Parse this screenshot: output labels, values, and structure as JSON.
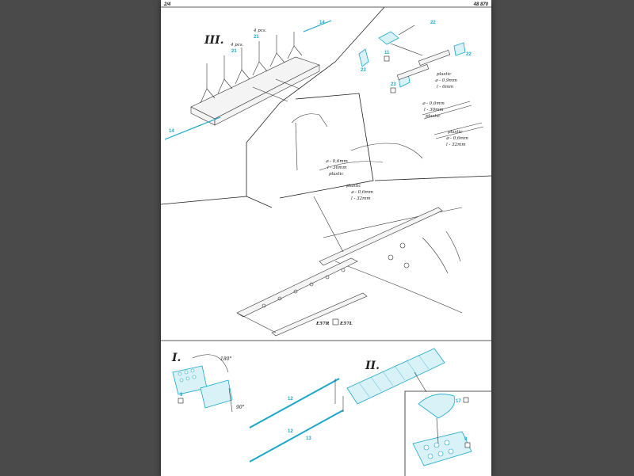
{
  "header": {
    "page_number": "2/4",
    "catalog_number": "48 870"
  },
  "steps": {
    "step_one": "I.",
    "step_two": "II.",
    "step_three": "III."
  },
  "parts": {
    "p9a": "9",
    "p9b": "9",
    "p11": "11",
    "p12a": "12",
    "p12b": "12",
    "p13": "13",
    "p14a": "14",
    "p14b": "14",
    "p17": "17",
    "p21a": "21",
    "p21b": "21",
    "p22a": "22",
    "p22b": "22",
    "p23a": "23",
    "p23b": "23",
    "qty_4pcs_a": "4 pcs.",
    "qty_4pcs_b": "4 pcs."
  },
  "annotations": {
    "rod1": [
      "plastic",
      "⌀ - 0,9mm",
      "l - 6mm"
    ],
    "rod2": [
      "⌀ - 0,6mm",
      "l - 30mm",
      "plastic"
    ],
    "rod3": [
      "plastic",
      "⌀ - 0,6mm",
      "l - 32mm"
    ],
    "rod4": [
      "⌀ - 0,6mm",
      "l - 30mm",
      "plastic"
    ],
    "rod5": [
      "plastic",
      "⌀ - 0,6mm",
      "l - 32mm"
    ],
    "angle_180": "180°",
    "angle_90": "90°",
    "ref_right": "E57R",
    "ref_left": "E57L"
  },
  "colors": {
    "etched_part": "#1aa7c8",
    "viewer_background": "#4a4a4a"
  }
}
